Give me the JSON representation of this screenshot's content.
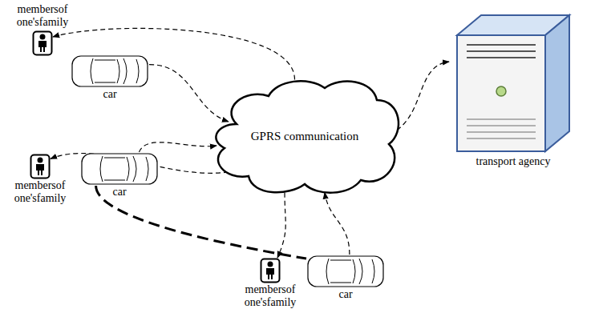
{
  "diagram": {
    "nodes": [
      {
        "text": [
          "membersof one'sfamily"
        ]
      },
      {
        "text": [
          "car"
        ]
      },
      {
        "text": [
          "GPRS communication"
        ]
      },
      {
        "text": [
          "transport agency"
        ]
      },
      {
        "text": [
          "membersof one'sfamily"
        ]
      },
      {
        "text": [
          "car"
        ]
      },
      {
        "text": [
          "membersof one'sfamily"
        ]
      },
      {
        "text": [
          "car"
        ]
      }
    ],
    "edges": [
      {
        "from": 1,
        "to": 2,
        "arrow": "to"
      },
      {
        "from": 2,
        "to": 0,
        "arrow": "to"
      },
      {
        "from": 2,
        "to": 3,
        "arrow": "to"
      },
      {
        "from": 5,
        "to": 2,
        "arrow": "to"
      },
      {
        "from": 2,
        "to": 4,
        "arrow": "to"
      },
      {
        "from": 2,
        "to": 6,
        "arrow": "to"
      },
      {
        "from": 7,
        "to": 2,
        "arrow": "to"
      },
      {
        "from": 5,
        "to": 7,
        "arrow": "none"
      }
    ]
  }
}
